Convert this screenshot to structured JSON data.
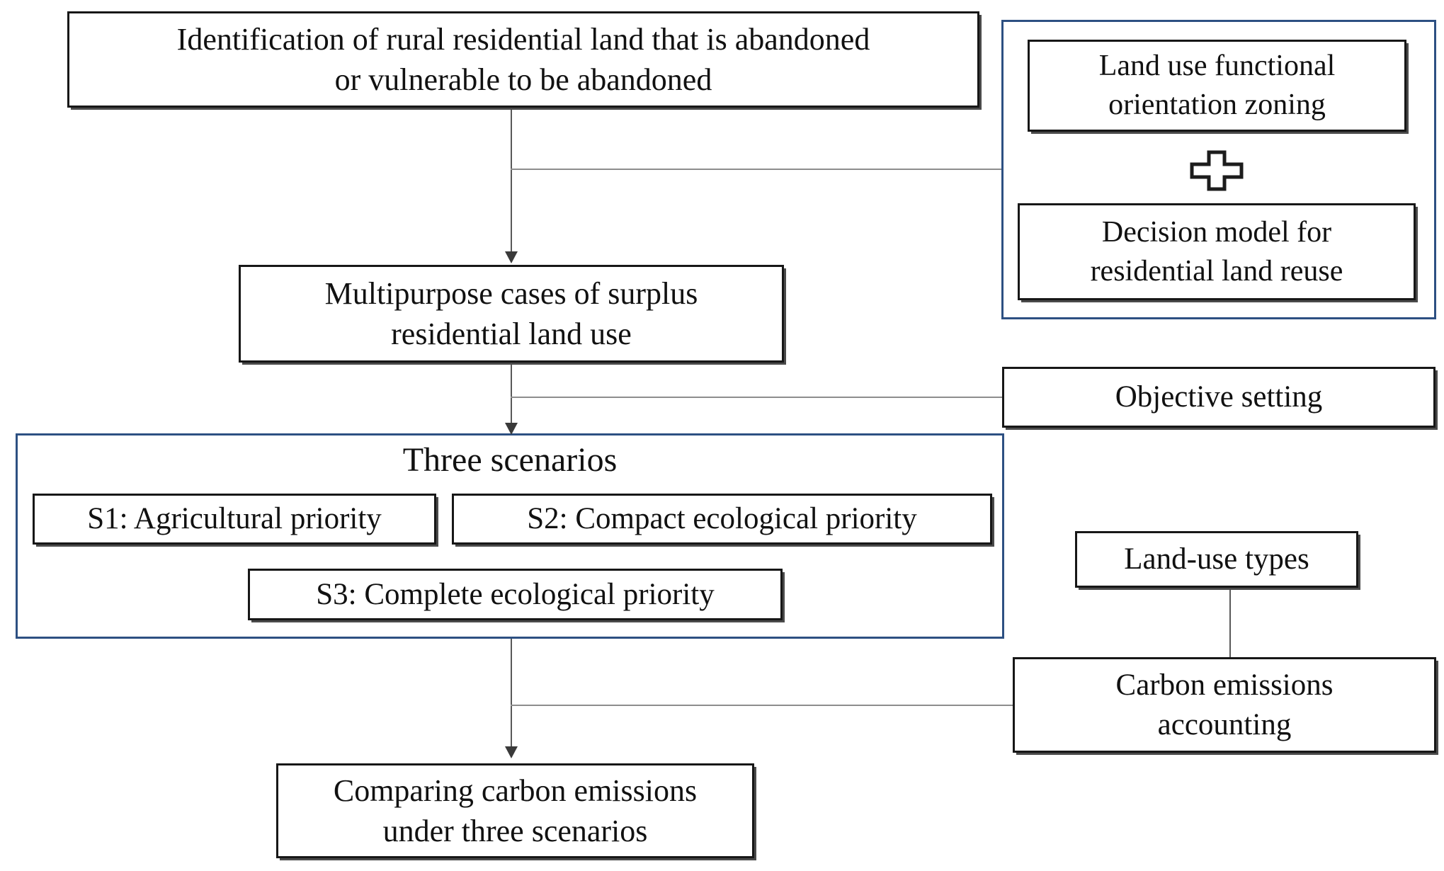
{
  "diagram": {
    "title": "Research framework flowchart",
    "colors": {
      "box_border": "#171717",
      "group_border": "#2d5082",
      "connector": "#8d8d8d",
      "text": "#111111",
      "background": "#ffffff"
    },
    "nodes": {
      "identification": "Identification of rural residential land that is abandoned or vulnerable to be abandoned",
      "identification_line1": "Identification of rural residential land that is abandoned",
      "identification_line2": "or vulnerable to be abandoned",
      "multipurpose_line1": "Multipurpose cases of surplus",
      "multipurpose_line2": "residential land use",
      "zoning_line1": "Land use functional",
      "zoning_line2": "orientation zoning",
      "decision_line1": "Decision model for",
      "decision_line2": "residential land reuse",
      "plus_symbol": "+",
      "objective": "Objective setting",
      "scenarios_title": "Three scenarios",
      "s1": "S1: Agricultural priority",
      "s2": "S2: Compact ecological priority",
      "s3": "S3: Complete ecological priority",
      "landuse_types": "Land-use types",
      "carbon_line1": "Carbon emissions",
      "carbon_line2": "accounting",
      "comparing_line1": "Comparing carbon emissions",
      "comparing_line2": "under three scenarios"
    },
    "flow": [
      "Identification of rural residential land that is abandoned or vulnerable to be abandoned",
      "Multipurpose cases of surplus residential land use",
      "Three scenarios",
      "Comparing carbon emissions under three scenarios"
    ],
    "side_inputs": [
      "Land use functional orientation zoning + Decision model for residential land reuse",
      "Objective setting",
      "Carbon emissions accounting (Land-use types)"
    ]
  }
}
